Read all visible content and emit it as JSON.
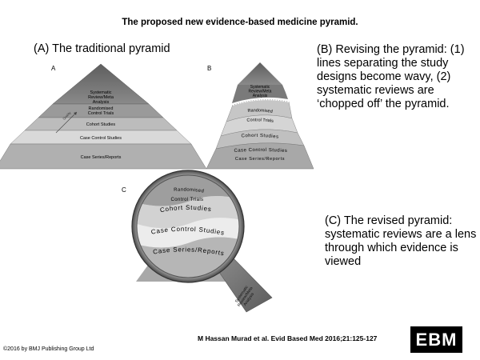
{
  "title": "The proposed new evidence-based medicine pyramid.",
  "captions": {
    "a": "(A) The traditional pyramid",
    "b": "(B) Revising the pyramid: (1) lines separating the study designs become wavy, (2) systematic reviews are ‘chopped off’ the pyramid.",
    "c": "(C) The revised pyramid: systematic reviews are a lens through which evidence is viewed"
  },
  "panel_letters": {
    "a": "A",
    "b": "B",
    "c": "C"
  },
  "pyramid_a": {
    "levels": [
      "Systematic Review/Meta Analysis",
      "Randomised Control Trials",
      "Cohort Studies",
      "Case Control Studies",
      "Case Series/Reports"
    ],
    "arrow_label": "Quality"
  },
  "pyramid_b": {
    "levels": [
      "Systematic Review/Meta Analysis",
      "Randomised Control Trials",
      "Cohort Studies",
      "Case Control Studies",
      "Case Series/Reports"
    ]
  },
  "lens_c": {
    "levels": [
      "Randomised Control Trials",
      "Cohort Studies",
      "Case Control Studies",
      "Case Series/Reports"
    ],
    "handle_label": "Systematic Review/Meta Analysis"
  },
  "citation": "M Hassan Murad et al. Evid Based Med 2016;21:125-127",
  "copyright": "©2016 by BMJ Publishing Group Ltd",
  "logo": "EBM",
  "colors": {
    "dark": "#6f6f6f",
    "mid": "#9a9a9a",
    "light": "#c8c8c8",
    "pale": "#e2e2e2"
  }
}
